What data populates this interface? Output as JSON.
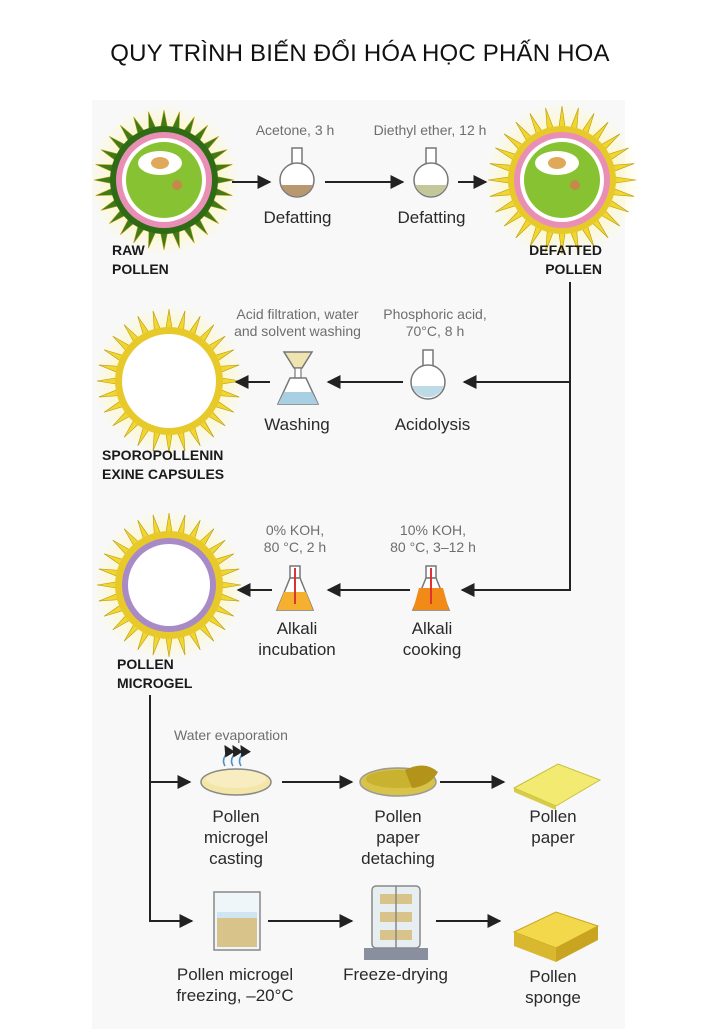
{
  "title": "QUY TRÌNH BIẾN ĐỔI HÓA HỌC PHẤN HOA",
  "row1": {
    "cond_1": "Acetone, 3 h",
    "cond_2": "Diethyl ether, 12 h",
    "step_1": "Defatting",
    "step_2": "Defatting",
    "raw_pollen": "RAW\nPOLLEN",
    "defatted_pollen": "DEFATTED\nPOLLEN"
  },
  "row2": {
    "cond_wash": "Acid filtration, water\nand solvent washing",
    "cond_acid": "Phosphoric acid,\n70°C, 8 h",
    "step_wash": "Washing",
    "step_acid": "Acidolysis",
    "capsules": "SPOROPOLLENIN\nEXINE CAPSULES"
  },
  "row3": {
    "cond_incub": "0% KOH,\n80 °C, 2 h",
    "cond_cook": "10% KOH,\n80 °C, 3–12 h",
    "step_incub": "Alkali\nincubation",
    "step_cook": "Alkali\ncooking",
    "microgel": "POLLEN\nMICROGEL"
  },
  "row4": {
    "cond_evap": "Water evaporation",
    "step_cast": "Pollen\nmicrogel\ncasting",
    "step_detach": "Pollen\npaper\ndetaching",
    "step_paper": "Pollen\npaper"
  },
  "row5": {
    "step_freeze": "Pollen microgel\nfreezing, –20°C",
    "step_dry": "Freeze-drying",
    "step_sponge": "Pollen\nsponge"
  },
  "colors": {
    "spike_yellow": "#f2d630",
    "pollen_green": "#78b52a",
    "pink_layer": "#e98fb5",
    "microgel_purple": "#a78ac6",
    "arrow": "#222222",
    "acid_liquid": "#f5a020",
    "paper_yellow": "#f3ea72"
  },
  "icons": [
    "pollen-grain",
    "round-flask",
    "filter-funnel",
    "erlenmeyer-flask",
    "petri-dish",
    "beaker",
    "freeze-dryer",
    "sponge"
  ]
}
